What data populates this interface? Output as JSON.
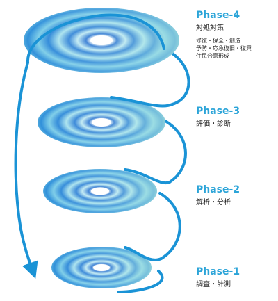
{
  "phases": [
    {
      "title": "Phase-4",
      "subtitle": "対処対策",
      "details": [
        "修復・保全・創造",
        "予防・応急復旧・復興",
        "住民合意形成"
      ]
    },
    {
      "title": "Phase-3",
      "subtitle": "評価・診断"
    },
    {
      "title": "Phase-2",
      "subtitle": "解析・分析"
    },
    {
      "title": "Phase-1",
      "subtitle": "調査・計測"
    }
  ],
  "colors": {
    "spiral": "#1a93d6",
    "title": "#2ba4d8",
    "disc_dark": "#1f6fd0",
    "disc_light": "#9fe3ea",
    "text": "#1d1d1d"
  }
}
